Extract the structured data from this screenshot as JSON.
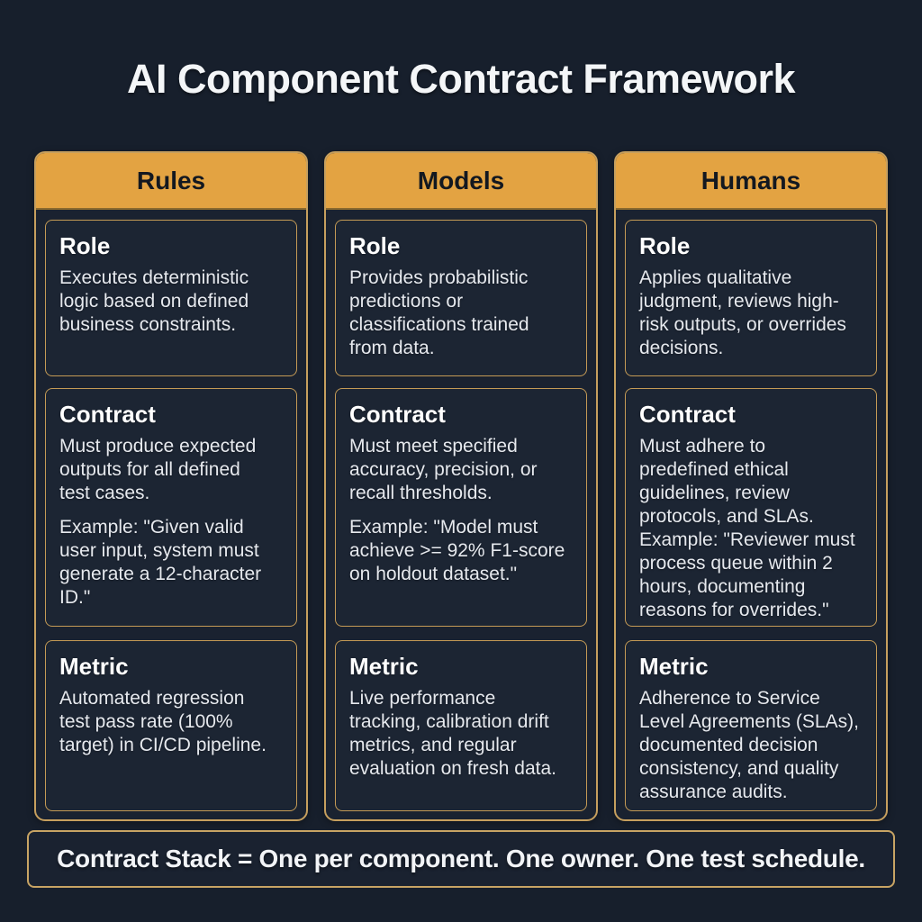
{
  "title": "AI Component Contract Framework",
  "colors": {
    "background": "#171f2c",
    "card_background": "#1c2533",
    "header_gold": "#e3a342",
    "border_gold": "#c49a55",
    "header_text_dark": "#131820",
    "body_text": "#e6e9ee"
  },
  "columns": [
    {
      "header": "Rules",
      "cards": [
        {
          "heading": "Role",
          "paragraphs": [
            "Executes deterministic\nlogic based on defined\nbusiness constraints."
          ]
        },
        {
          "heading": "Contract",
          "paragraphs": [
            "Must produce expected\noutputs for all defined\ntest cases.",
            "Example: \"Given valid\nuser input, system must\ngenerate a 12-character\nID.\""
          ]
        },
        {
          "heading": "Metric",
          "paragraphs": [
            "Automated regression\ntest pass rate (100%\ntarget) in CI/CD pipeline."
          ]
        }
      ]
    },
    {
      "header": "Models",
      "cards": [
        {
          "heading": "Role",
          "paragraphs": [
            "Provides probabilistic\npredictions or\nclassifications trained\nfrom data."
          ]
        },
        {
          "heading": "Contract",
          "paragraphs": [
            "Must meet specified\naccuracy, precision, or\nrecall thresholds.",
            "Example: \"Model must\nachieve >= 92% F1-score\non holdout dataset.\""
          ]
        },
        {
          "heading": "Metric",
          "paragraphs": [
            "Live performance\ntracking, calibration drift\nmetrics, and regular\nevaluation on fresh data."
          ]
        }
      ]
    },
    {
      "header": "Humans",
      "cards": [
        {
          "heading": "Role",
          "paragraphs": [
            "Applies qualitative\njudgment, reviews high-\nrisk outputs, or overrides\ndecisions."
          ]
        },
        {
          "heading": "Contract",
          "paragraphs": [
            "Must adhere to\npredefined ethical\nguidelines, review\nprotocols, and SLAs.",
            "Example: \"Reviewer must\nprocess queue within 2\nhours, documenting\nreasons for overrides.\""
          ]
        },
        {
          "heading": "Metric",
          "paragraphs": [
            "Adherence to Service\nLevel Agreements (SLAs),\ndocumented decision\nconsistency, and quality\nassurance audits."
          ]
        }
      ]
    }
  ],
  "footer": {
    "text": "Contract Stack = One per component. One owner. One test schedule."
  }
}
